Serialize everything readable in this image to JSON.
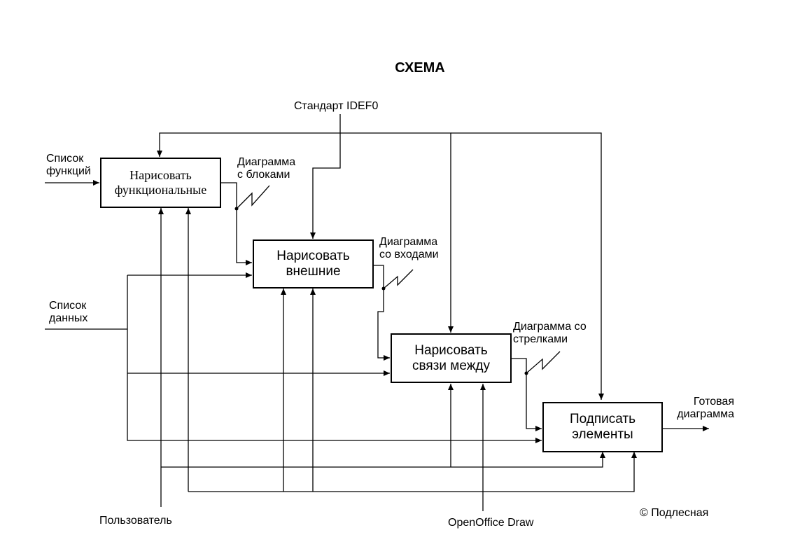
{
  "title": "СХЕМА",
  "boxes": {
    "b1": {
      "line1": "Нарисовать",
      "line2": "функциональные"
    },
    "b2": {
      "line1": "Нарисовать",
      "line2": "внешние"
    },
    "b3": {
      "line1": "Нарисовать",
      "line2": "связи между"
    },
    "b4": {
      "line1": "Подписать",
      "line2": "элементы"
    }
  },
  "labels": {
    "standard": "Стандарт IDEF0",
    "functions_list": {
      "line1": "Список",
      "line2": "функций"
    },
    "data_list": {
      "line1": "Список",
      "line2": "данных"
    },
    "diagram_blocks": {
      "line1": "Диаграмма",
      "line2": "с блоками"
    },
    "diagram_inputs": {
      "line1": "Диаграмма",
      "line2": "со входами"
    },
    "diagram_arrows": {
      "line1": "Диаграмма со",
      "line2": "стрелками"
    },
    "ready_diagram": {
      "line1": "Готовая",
      "line2": "диаграмма"
    },
    "user": "Пользователь",
    "openoffice": "OpenOffice Draw",
    "copyright": "© Подлесная"
  }
}
